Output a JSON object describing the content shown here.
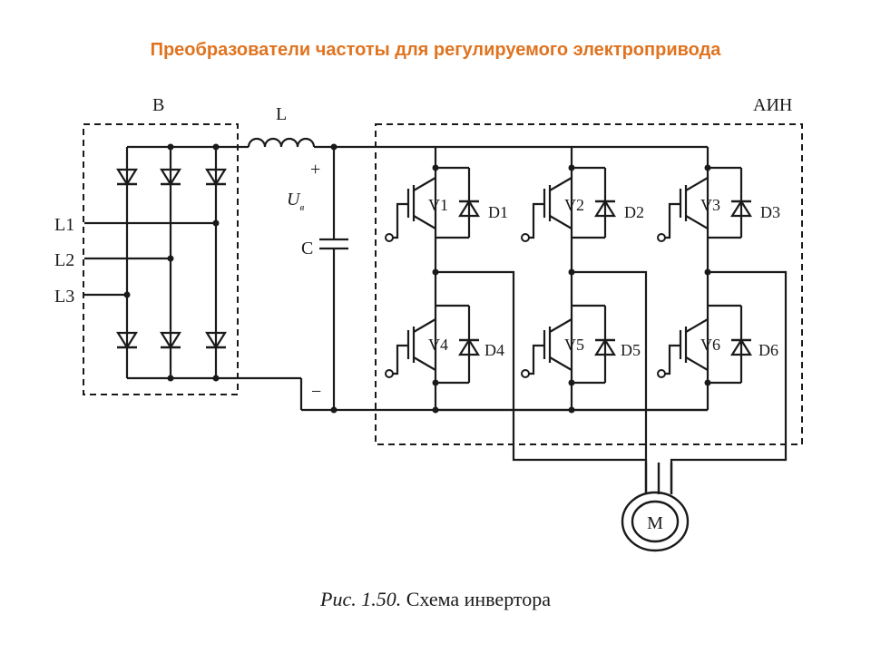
{
  "header": {
    "title": "Преобразователи частоты для регулируемого электропривода"
  },
  "diagram": {
    "rectifier_label": "B",
    "inductor_label": "L",
    "inverter_label": "АИН",
    "capacitor_label": "C",
    "voltage_label": "U",
    "voltage_subscript": "в",
    "plus_sign": "+",
    "minus_sign": "−",
    "phase_inputs": [
      "L1",
      "L2",
      "L3"
    ],
    "transistors": [
      "V1",
      "V2",
      "V3",
      "V4",
      "V5",
      "V6"
    ],
    "diodes": [
      "D1",
      "D2",
      "D3",
      "D4",
      "D5",
      "D6"
    ],
    "motor_label": "M"
  },
  "caption": {
    "figure_label": "Рис. 1.50.",
    "text": "Схема инвертора"
  },
  "colors": {
    "title": "#E0731F",
    "ink": "#1a1a1a"
  }
}
